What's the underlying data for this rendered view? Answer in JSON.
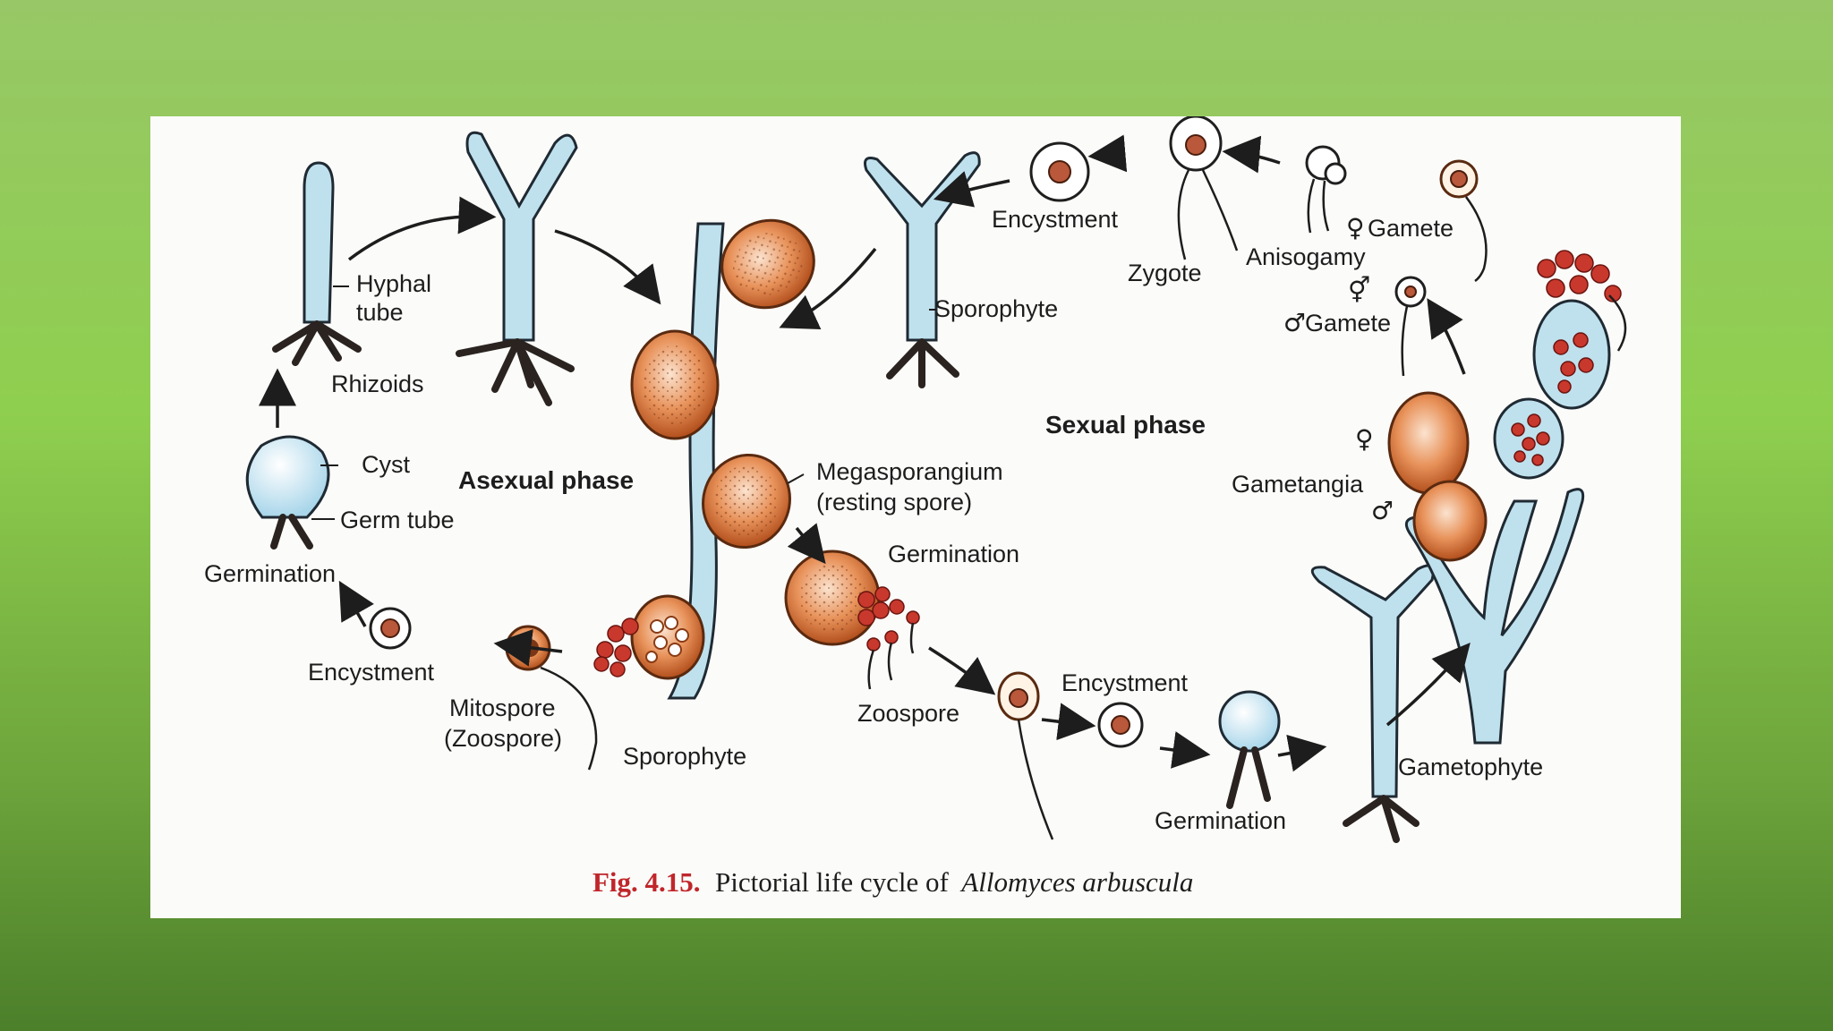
{
  "figure": {
    "caption_prefix": "Fig. 4.15.",
    "caption_text": "Pictorial life cycle of",
    "caption_species": "Allomyces arbuscula"
  },
  "phases": {
    "asexual": "Asexual phase",
    "sexual": "Sexual phase"
  },
  "labels": {
    "hyphal_tube_1": "Hyphal",
    "hyphal_tube_2": "tube",
    "rhizoids": "Rhizoids",
    "cyst": "Cyst",
    "germ_tube": "Germ tube",
    "germination_left": "Germination",
    "encystment_left": "Encystment",
    "mitospore_1": "Mitospore",
    "mitospore_2": "(Zoospore)",
    "sporophyte_bottom": "Sporophyte",
    "megasporangium_1": "Megasporangium",
    "megasporangium_2": "(resting spore)",
    "germination_mid": "Germination",
    "zoospore": "Zoospore",
    "encystment_mid": "Encystment",
    "germination_bottom": "Germination",
    "gametophyte": "Gametophyte",
    "gametangia": "Gametangia",
    "encystment_top": "Encystment",
    "sporophyte_top": "Sporophyte",
    "zygote": "Zygote",
    "anisogamy": "Anisogamy",
    "female_gamete": "Gamete",
    "male_gamete": "Gamete"
  },
  "symbols": {
    "female": "♀",
    "male": "♂",
    "hermaphrodite": "⚥"
  },
  "colors": {
    "background_top": "#97c766",
    "background_bottom": "#4c7f2a",
    "panel": "#fbfbf9",
    "hypha_fill": "#bfe1ee",
    "sporangium_fill": "#d9743a",
    "caption_red": "#c0262b"
  }
}
